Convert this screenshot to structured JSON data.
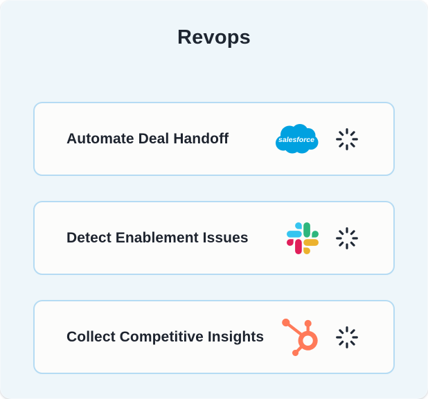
{
  "page": {
    "title": "Revops"
  },
  "cards": [
    {
      "label": "Automate Deal Handoff",
      "integration": "Salesforce",
      "status_icon": "spinner"
    },
    {
      "label": "Detect Enablement Issues",
      "integration": "Slack",
      "status_icon": "spinner"
    },
    {
      "label": "Collect Competitive Insights",
      "integration": "HubSpot",
      "status_icon": "spinner"
    }
  ],
  "logos": {
    "salesforce_wordmark": "salesforce"
  },
  "colors": {
    "panel_background": "#eef6fa",
    "card_background": "#fcfcfb",
    "card_border": "#b5dbf3",
    "title_text": "#1e2631",
    "label_text": "#1d232e",
    "salesforce_blue": "#00A1E0",
    "slack_blue": "#36C5F0",
    "slack_green": "#2EB67D",
    "slack_red": "#E01E5A",
    "slack_yellow": "#ECB22E",
    "hubspot_orange": "#FF7A59",
    "spinner": "#1f2835"
  }
}
